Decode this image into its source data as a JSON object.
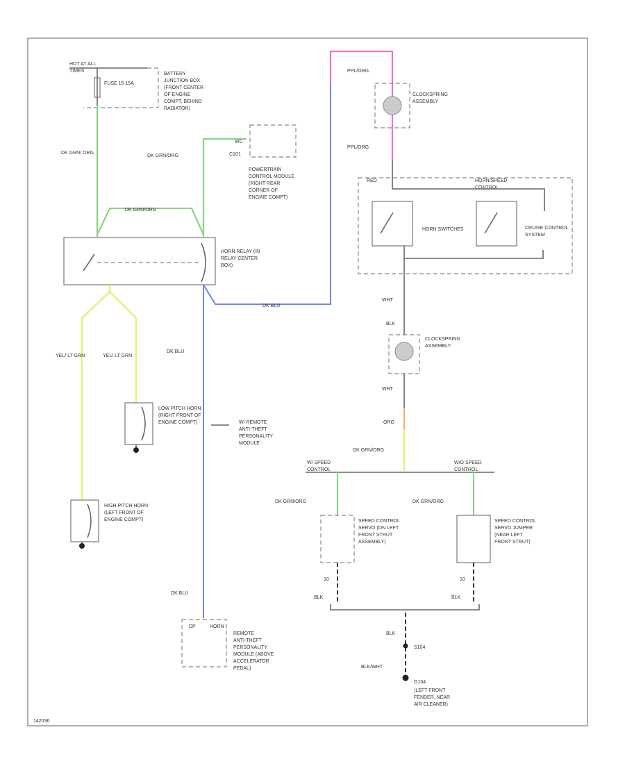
{
  "diagram": {
    "code": "142036",
    "fuse_block": {
      "supply_label": "HOT AT ALL TIMES",
      "fuse_label": "FUSE 15 15A",
      "location": "BATTERY JUNCTION BOX (FRONT CENTER OF ENGINE COMPT, BEHIND RADIATOR)"
    },
    "pcm": {
      "connector": "C101",
      "pin": "WC",
      "label": "POWERTRAIN CONTROL MODULE (RIGHT REAR CORNER OF ENGINE COMPT)"
    },
    "horn_relay": {
      "label": "HORN RELAY (IN RELAY CENTER BOX)"
    },
    "low_horn": {
      "label": "LOW PITCH HORN (RIGHT FRONT OF ENGINE COMPT)"
    },
    "high_horn": {
      "label": "HIGH PITCH HORN (LEFT FRONT OF ENGINE COMPT)"
    },
    "remote_note": "W/ REMOTE ANTI-THEFT PERSONALITY MODULE",
    "rap_module": {
      "pin_left": "DP",
      "pin_right": "HORN",
      "label": "REMOTE ANTI-THEFT PERSONALITY MODULE (ABOVE ACCELERATOR PEDAL)"
    },
    "clockspring_top": {
      "label": "CLOCKSPRING ASSEMBLY"
    },
    "clockspring_bottom": {
      "label": "CLOCKSPRING ASSEMBLY"
    },
    "horn_speed_box": {
      "title": "HORN/SPEED CONTROL",
      "horn_switch": "HORN SWITCHES",
      "cruise_switch": "CRUISE CONTROL SYSTEM"
    },
    "branch_with": "W/ SPEED CONTROL",
    "branch_without": "W/O SPEED CONTROL",
    "servo_left": {
      "label": "SPEED CONTROL SERVO (ON LEFT FRONT STRUT ASSEMBLY)",
      "pin": "10"
    },
    "servo_right": {
      "label": "SPEED CONTROL SERVO JUMPER (NEAR LEFT FRONT STRUT)",
      "pin": "10"
    },
    "ground": {
      "splice": "S104",
      "ground_point": "G104",
      "location": "(LEFT FRONT FENDER, NEAR AIR CLEANER)"
    },
    "wires": {
      "dk_grn_org_1": "DK GRN/ ORG",
      "dk_grn_org_top": "DK GRN/ORG",
      "dk_grn_org_pcm": "DK GRN/ORG",
      "yel_lt_grn_1": "YEL/ LT GRN",
      "yel_lt_grn_2": "YEL/ LT GRN",
      "dk_blu_1": "DK BLU",
      "dk_blu_2": "DK BLU",
      "dk_blu_3": "DK BLU",
      "ppl_org_1": "PPL/ORG",
      "ppl_org_2": "PPL/ORG",
      "red": "RED",
      "wht_1": "WHT",
      "blk_1": "BLK",
      "wht_2": "WHT",
      "org": "ORG",
      "dk_grn_org_main": "DK GRN/ORG",
      "dk_grn_org_servo_l": "DK GRN/ORG",
      "dk_grn_org_servo_r": "DK GRN/ORG",
      "blk_servo_l": "BLK",
      "blk_servo_r": "BLK",
      "blk_ground": "BLK",
      "blk_wht": "BLK/WHT"
    }
  }
}
